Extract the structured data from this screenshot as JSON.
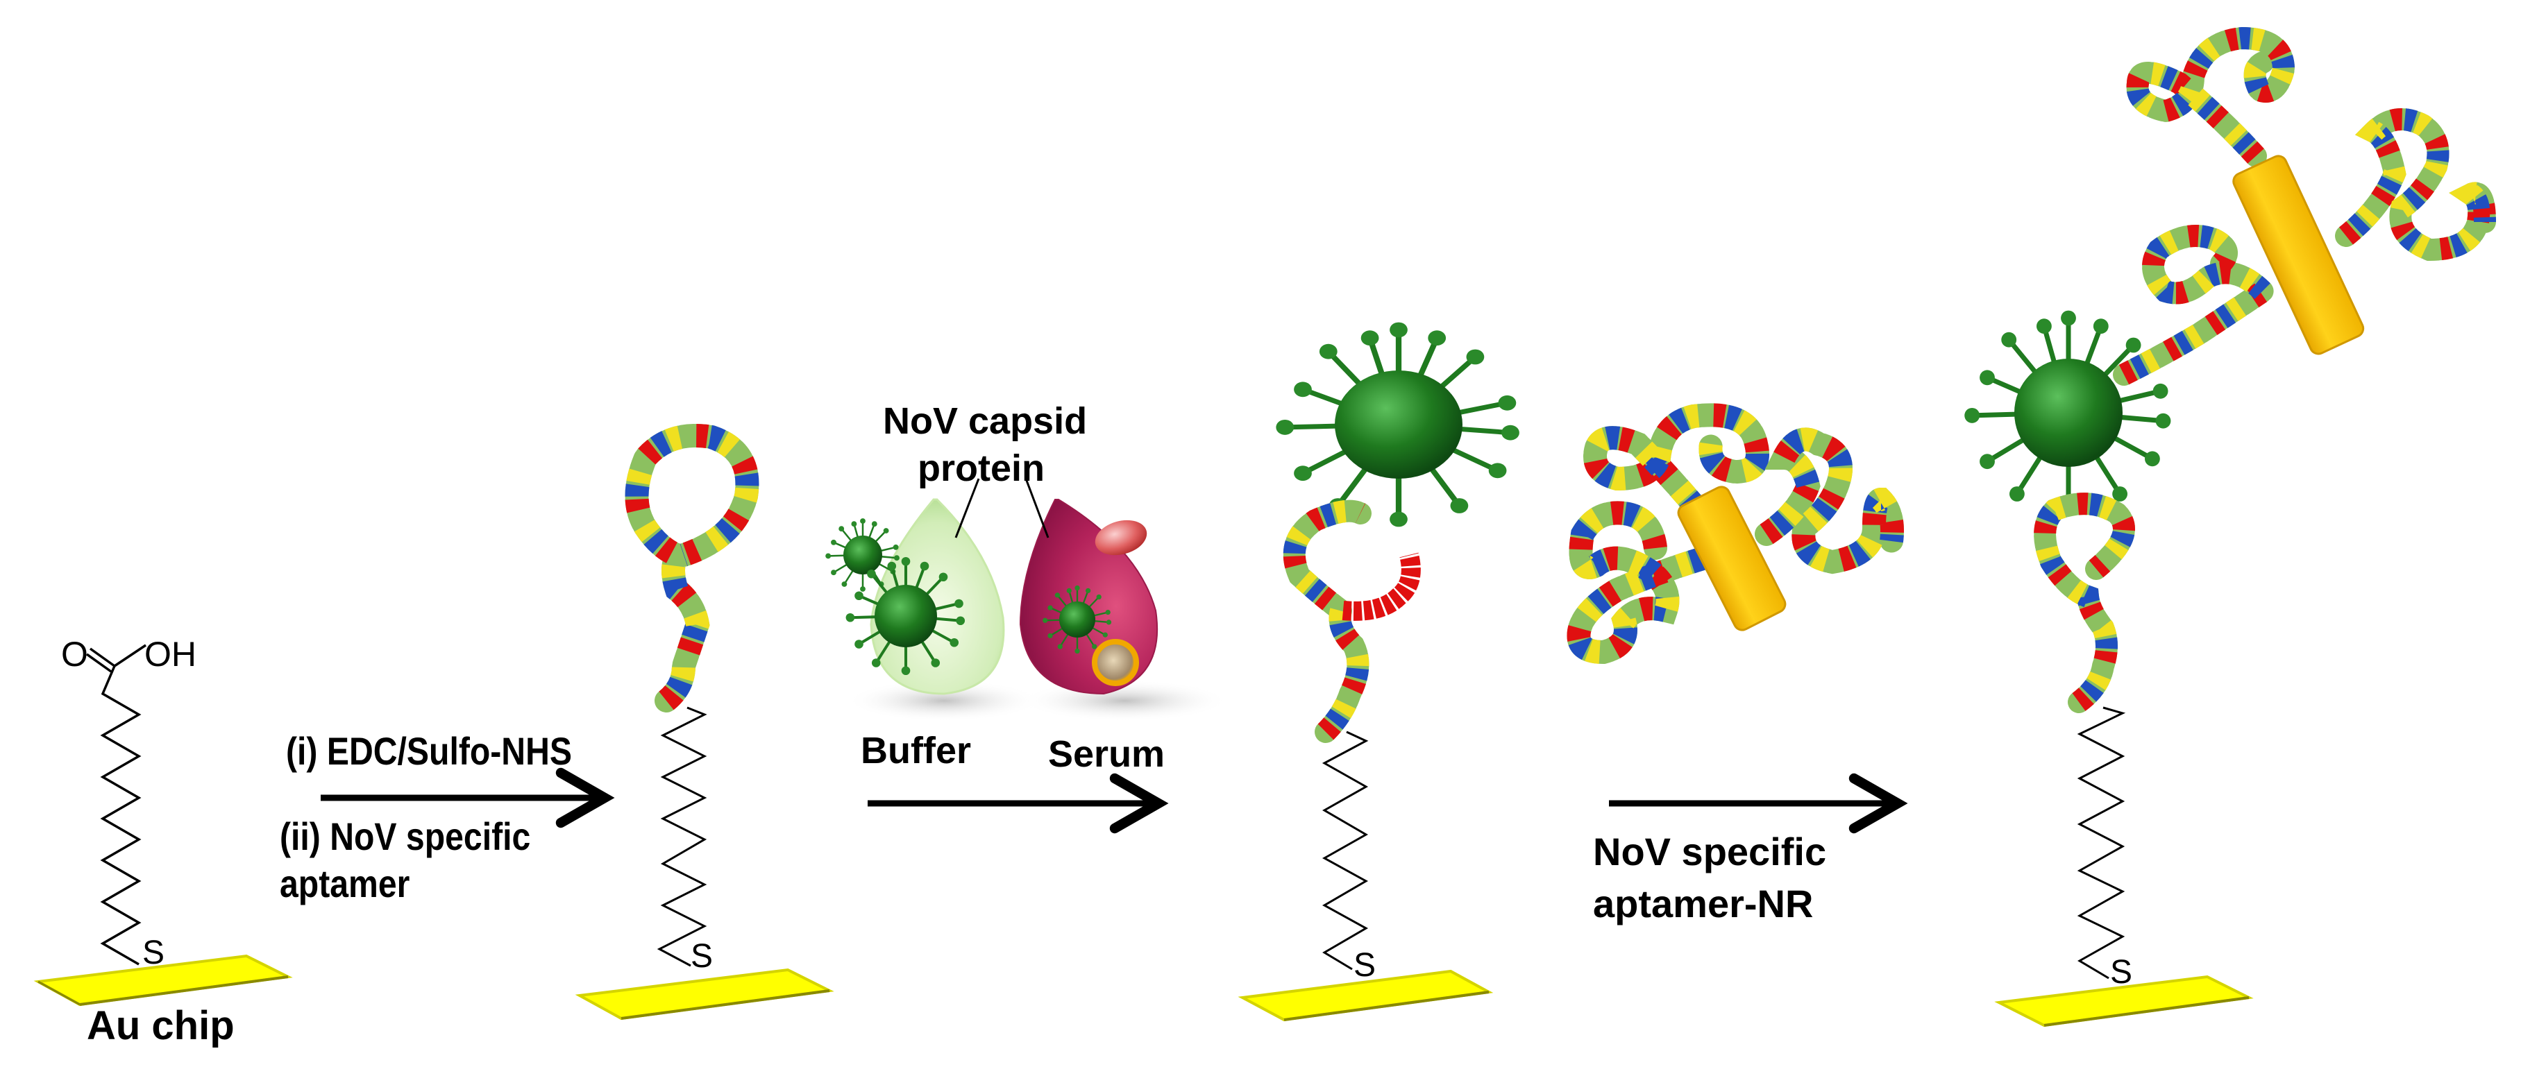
{
  "figure": {
    "type": "schematic",
    "background": "#ffffff",
    "steps": [
      {
        "id": "step1",
        "label": "Au chip",
        "molecule": {
          "top_group_O": "O",
          "top_group_OH": "OH",
          "anchor_atom": "S"
        }
      },
      {
        "id": "step2",
        "reagent_lines": [
          "(i) EDC/Sulfo-NHS",
          "(ii) NoV specific",
          "aptamer"
        ],
        "anchor_atom": "S"
      },
      {
        "id": "step3",
        "target_label_lines": [
          "NoV capsid",
          "protein"
        ],
        "media": [
          "Buffer",
          "Serum"
        ],
        "anchor_atom": "S"
      },
      {
        "id": "step4",
        "reagent_lines": [
          "NoV specific",
          "aptamer-NR"
        ],
        "anchor_atom": "S"
      },
      {
        "id": "step5",
        "anchor_atom": "S"
      }
    ],
    "colors": {
      "gold_chip": "#ffff00",
      "gold_chip_edge": "#c8c800",
      "nanorod": "#f5c518",
      "virus": "#1f7a1f",
      "buffer_drop": "#d9f0c4",
      "serum_drop": "#b3225a",
      "base_red": "#e01010",
      "base_green": "#8cc060",
      "base_blue": "#1f4fc0",
      "base_yellow": "#f0e020",
      "arrow": "#000000"
    },
    "icons": [
      "au-chip-icon",
      "thiol-linker-icon",
      "aptamer-icon",
      "virus-icon",
      "buffer-droplet-icon",
      "serum-droplet-icon",
      "nanorod-icon",
      "arrow-icon"
    ]
  }
}
